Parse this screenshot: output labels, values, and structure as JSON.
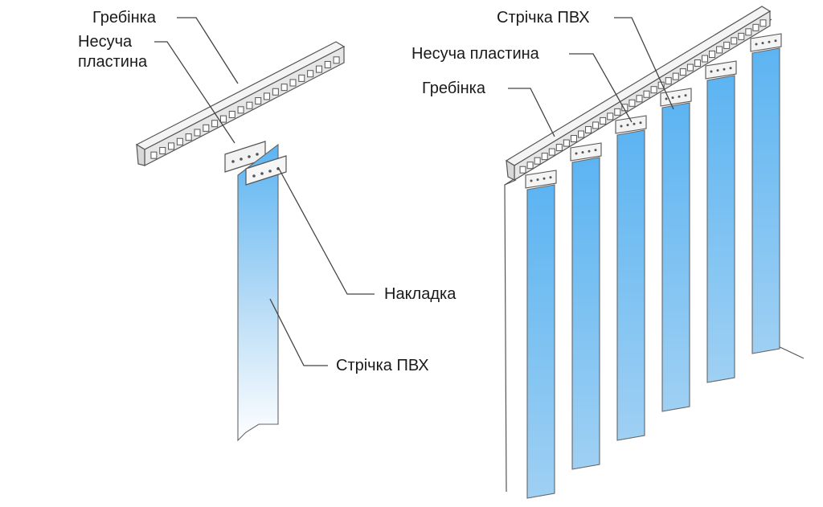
{
  "left_assembly": {
    "labels": {
      "comb": "Гребінка",
      "carrier_line1": "Несуча",
      "carrier_line2": "пластина",
      "overlay": "Накладка",
      "strip": "Стрічка ПВХ"
    }
  },
  "right_assembly": {
    "labels": {
      "strip": "Стрічка ПВХ",
      "carrier": "Несуча пластина",
      "comb": "Гребінка"
    },
    "strip_count": 6
  },
  "colors": {
    "strip_top": "#5cb4f2",
    "strip_bottom": "#ffffff",
    "rail_fill": "#eeeeee",
    "line": "#555555",
    "text": "#1a1a1a"
  }
}
